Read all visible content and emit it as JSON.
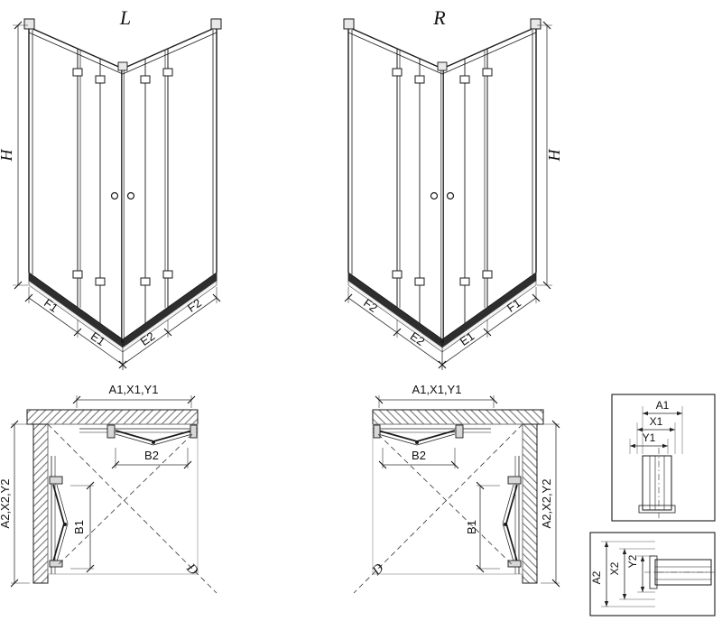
{
  "drawing": {
    "colors": {
      "ink": "#1a1a1a",
      "background": "#ffffff"
    },
    "iso_left": {
      "variant_label": "L",
      "height_label": "H",
      "segment_labels": [
        "F1",
        "E1",
        "E2",
        "F2"
      ]
    },
    "iso_right": {
      "variant_label": "R",
      "height_label": "H",
      "segment_labels": [
        "F2",
        "E2",
        "E1",
        "F1"
      ]
    },
    "plan_left": {
      "width_label": "A1,X1,Y1",
      "door_width_label": "B2",
      "depth_label": "A2,X2,Y2",
      "door_depth_label": "B1",
      "diagonal_label": "D"
    },
    "plan_right": {
      "width_label": "A1,X1,Y1",
      "door_width_label": "B2",
      "depth_label": "A2,X2,Y2",
      "door_depth_label": "B1",
      "diagonal_label": "D"
    },
    "detail_horizontal": {
      "labels": [
        "A1",
        "X1",
        "Y1"
      ]
    },
    "detail_vertical": {
      "labels": [
        "A2",
        "X2",
        "Y2"
      ]
    }
  }
}
